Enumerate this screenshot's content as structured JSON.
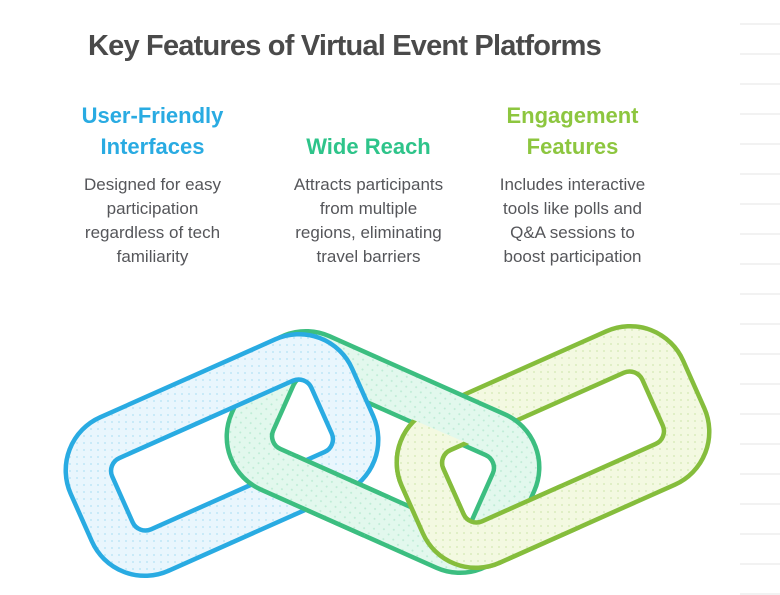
{
  "title": "Key Features of Virtual Event Platforms",
  "title_color": "#4a4a4a",
  "body_text_color": "#55565a",
  "columns": [
    {
      "heading_lines": [
        "User-Friendly",
        "Interfaces"
      ],
      "heading_color": "#29abe2",
      "body_lines": [
        "Designed for easy",
        "participation",
        "regardless of tech",
        "familiarity"
      ]
    },
    {
      "heading_lines": [
        "Wide Reach"
      ],
      "heading_color": "#2ec48a",
      "body_lines": [
        "Attracts participants",
        "from multiple",
        "regions, eliminating",
        "travel barriers"
      ]
    },
    {
      "heading_lines": [
        "Engagement",
        "Features"
      ],
      "heading_color": "#8dc63f",
      "body_lines": [
        "Includes interactive",
        "tools like polls and",
        "Q&A sessions to",
        "boost participation"
      ]
    }
  ],
  "chain_illustration": {
    "links": [
      {
        "name": "blue-link",
        "stroke": "#29abe2",
        "fill": "#e9f6fd"
      },
      {
        "name": "green-link",
        "stroke": "#3cbe80",
        "fill": "#e2f8ed"
      },
      {
        "name": "lime-link",
        "stroke": "#85bd3c",
        "fill": "#f3f9e1"
      }
    ]
  },
  "background": {
    "color": "#ffffff",
    "ruled_line_color": "#f2f2f2"
  }
}
